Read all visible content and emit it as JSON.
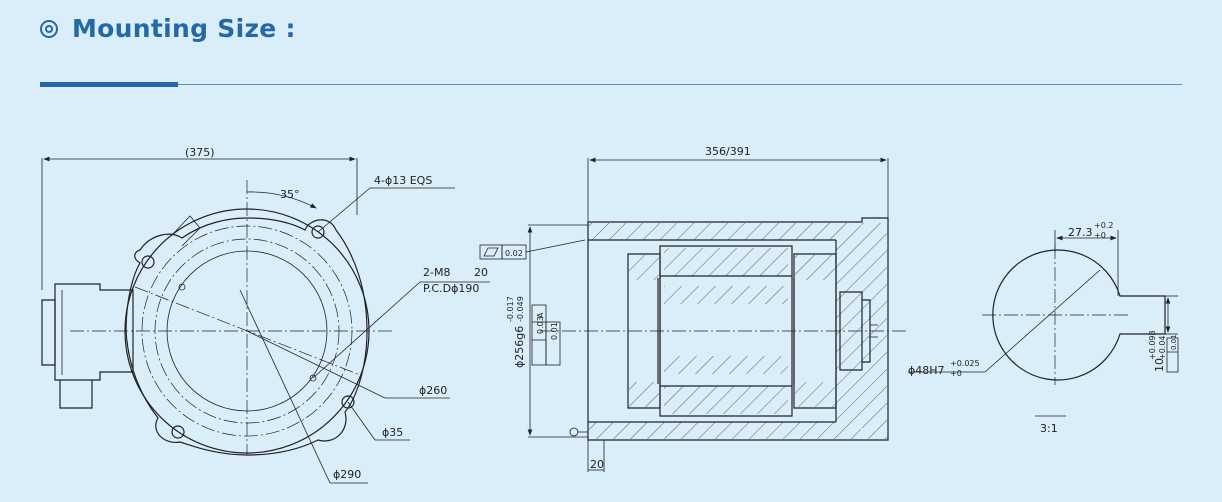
{
  "header": {
    "title": "Mounting Size :",
    "icon": "concentric-circle-icon",
    "accent_color": "#2468a8"
  },
  "front_view": {
    "overall_width": "(375)",
    "angle": "35°",
    "holes": "4-ϕ13 EQS",
    "thread": "2-M8",
    "thread_depth": "20",
    "pcd": "P.C.Dϕ190",
    "dia_260": "ϕ260",
    "dia_35": "ϕ35",
    "dia_290": "ϕ290"
  },
  "section_view": {
    "length": "356/391",
    "flatness": "0.02",
    "runout": "0.03",
    "runout_datum": "A",
    "perpendicularity": "0.01",
    "pilot_dia": "ϕ256g6",
    "pilot_tol_upper": "-0.017",
    "pilot_tol_lower": "-0.049",
    "bottom_dim": "20"
  },
  "detail_view": {
    "key_dim": "27.3",
    "key_tol_upper": "+0.2",
    "key_tol_lower": "+0",
    "bore": "ϕ48H7",
    "bore_tol_upper": "+0.025",
    "bore_tol_lower": "+0",
    "slot_dim": "10",
    "slot_tol_upper": "+0.098",
    "slot_tol_lower": "+0.04",
    "slot_geo": "0.01",
    "scale": "3:1"
  }
}
